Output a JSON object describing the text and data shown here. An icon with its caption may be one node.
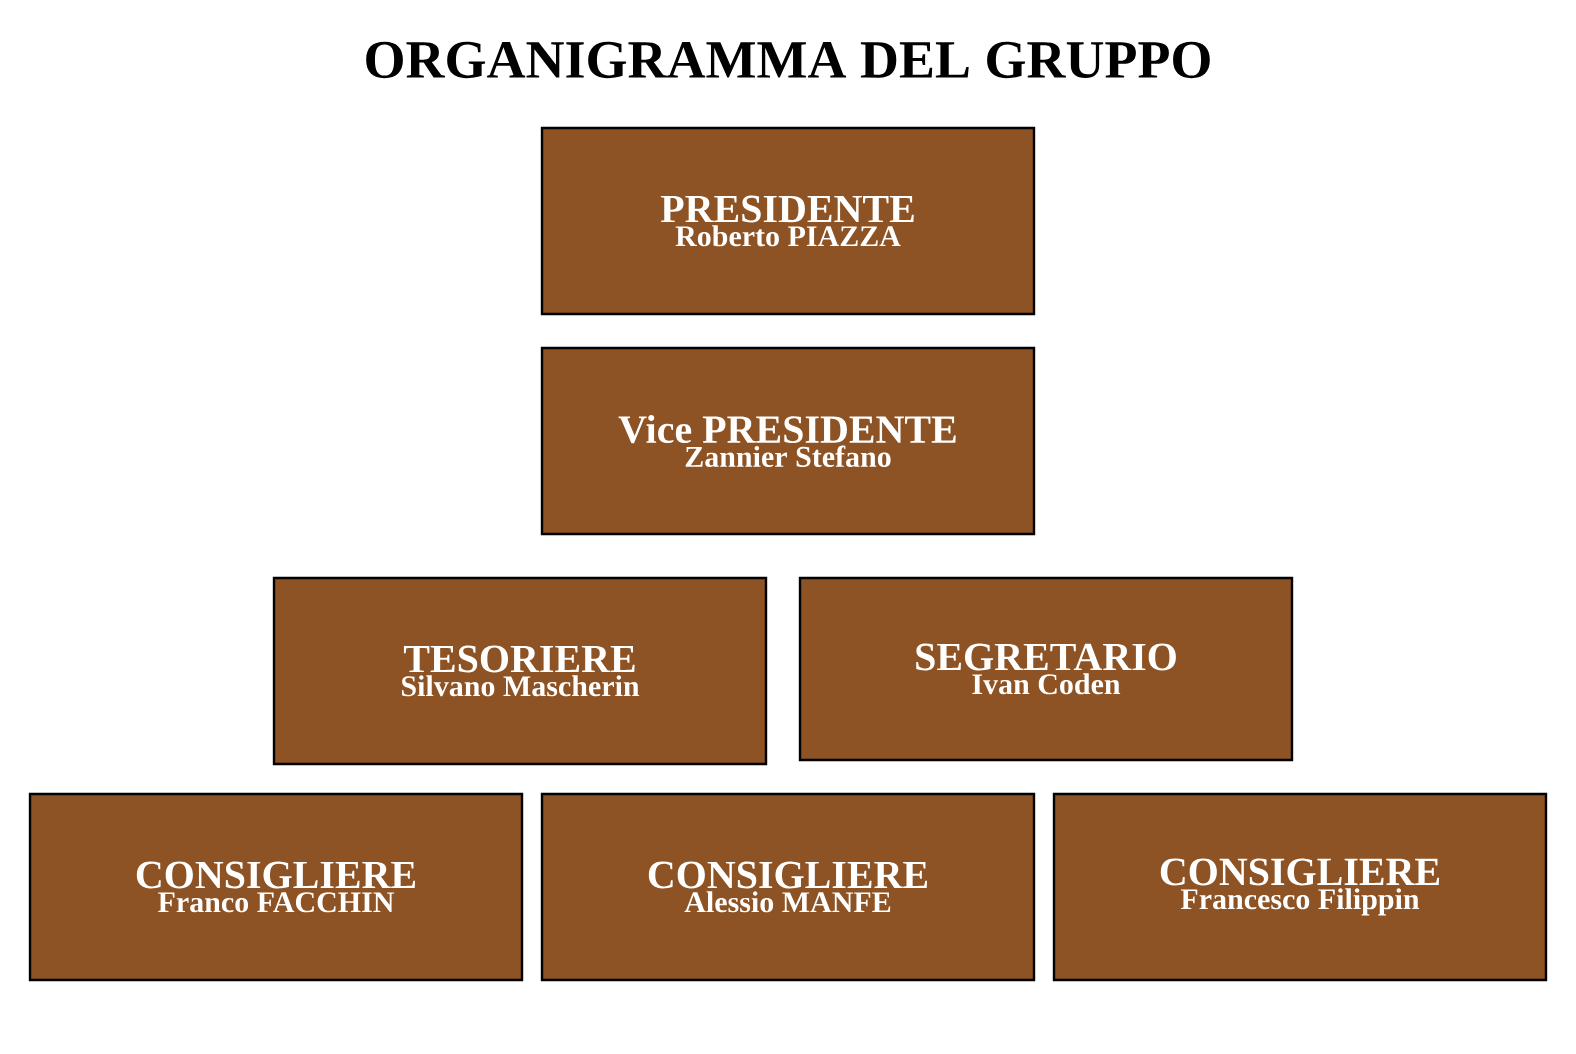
{
  "diagram": {
    "title": "ORGANIGRAMMA DEL GRUPPO",
    "nodes": [
      {
        "text": [
          "PRESIDENTE",
          "Roberto PIAZZA"
        ]
      },
      {
        "text": [
          "Vice PRESIDENTE",
          "Zannier Stefano"
        ]
      },
      {
        "text": [
          "TESORIERE",
          "Silvano Mascherin"
        ]
      },
      {
        "text": [
          "SEGRETARIO",
          "Ivan Coden"
        ]
      },
      {
        "text": [
          "CONSIGLIERE",
          "Franco FACCHIN"
        ]
      },
      {
        "text": [
          "CONSIGLIERE",
          "Alessio MANFE"
        ]
      },
      {
        "text": [
          "CONSIGLIERE",
          "Francesco Filippin"
        ]
      }
    ]
  }
}
